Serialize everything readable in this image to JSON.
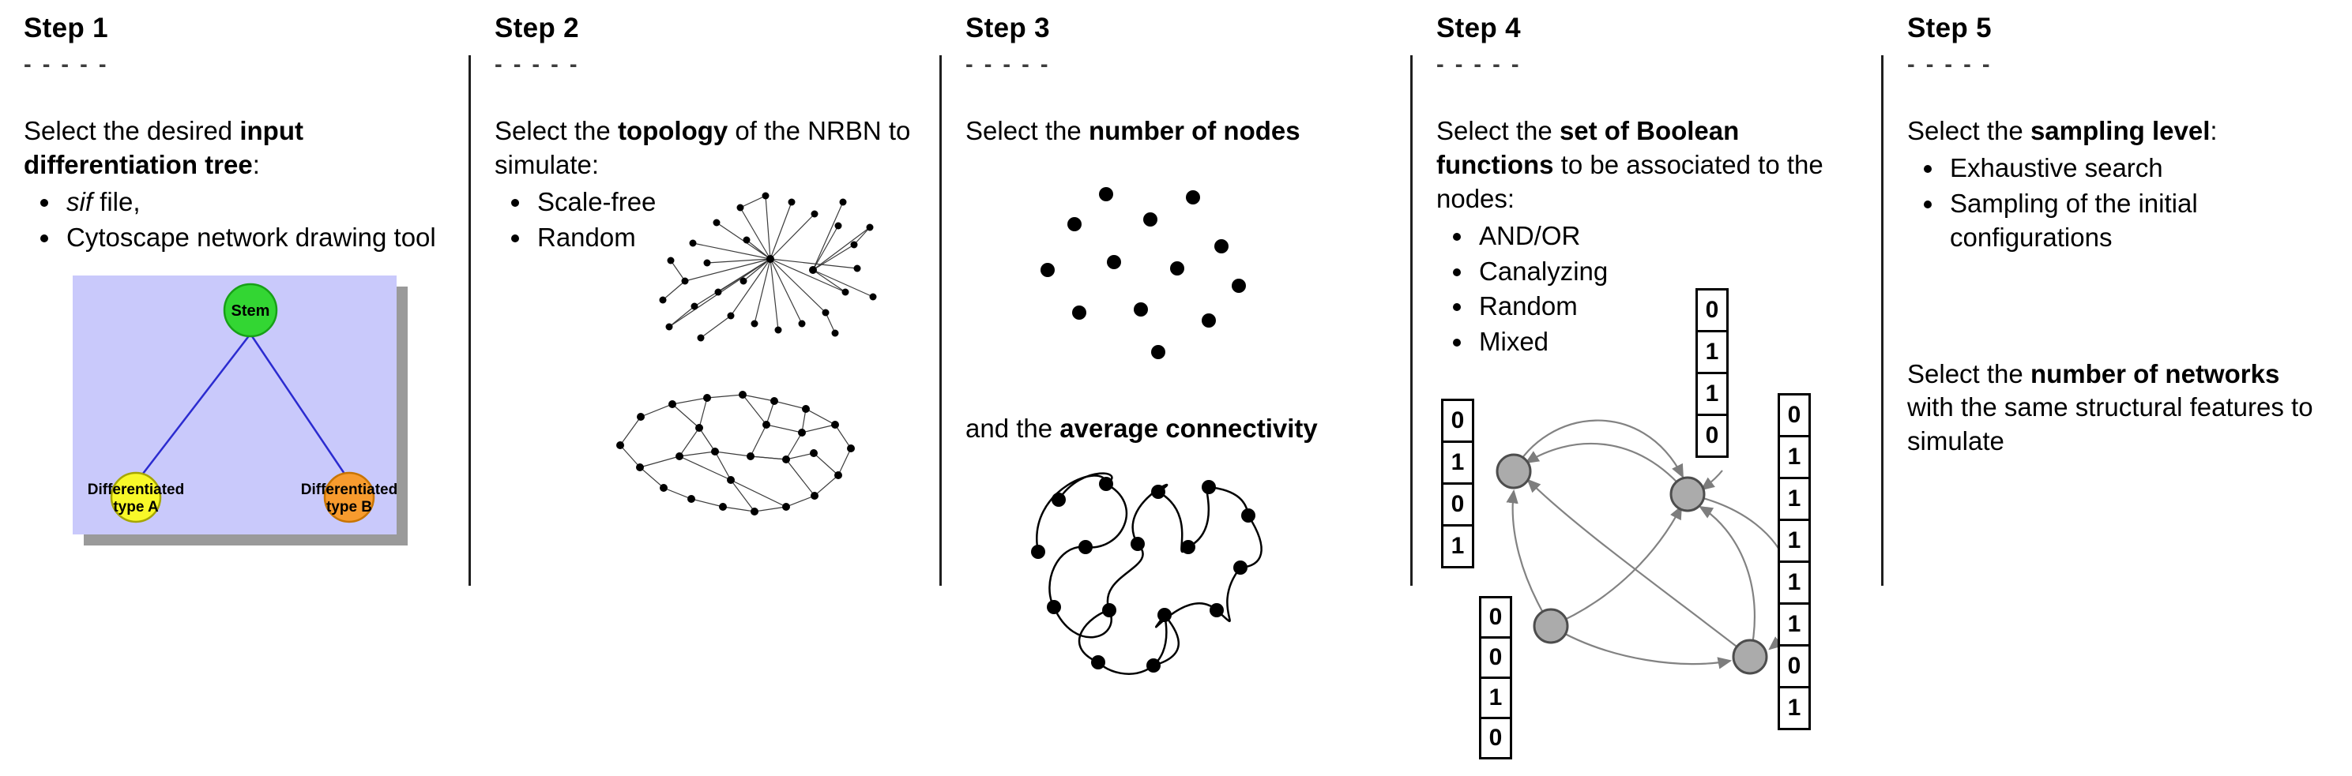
{
  "steps": [
    {
      "title": "Step 1",
      "dashes": "- - - - -",
      "intro": [
        "Select the desired ",
        "input differentiation tree",
        ":"
      ],
      "bullet1_italic": "sif",
      "bullet1_rest": " file,",
      "bullet2": "Cytoscape network drawing tool",
      "tree": {
        "root_label": "Stem",
        "left_label_line1": "Differentiated",
        "left_label_line2": "type A",
        "right_label_line1": "Differentiated",
        "right_label_line2": "type B",
        "colors": {
          "panel": "#c9c9fb",
          "shadow": "#9a9a9a",
          "root": "#33d633",
          "left": "#f8f829",
          "right": "#f79b2e",
          "edge": "#2b2bd0"
        }
      }
    },
    {
      "title": "Step 2",
      "dashes": "- - - - -",
      "intro": [
        "Select the ",
        "topology",
        " of the NRBN to simulate:"
      ],
      "bullets": [
        "Scale-free",
        "Random"
      ]
    },
    {
      "title": "Step 3",
      "dashes": "- - - - -",
      "line1": [
        "Select the ",
        "number of nodes"
      ],
      "line2": [
        "and the ",
        "average connectivity"
      ]
    },
    {
      "title": "Step 4",
      "dashes": "- - - - -",
      "intro": [
        "Select the ",
        "set of Boolean functions",
        " to be associated to the nodes:"
      ],
      "bullets": [
        "AND/OR",
        "Canalyzing",
        "Random",
        "Mixed"
      ],
      "tables": {
        "t1": [
          "0",
          "1",
          "0",
          "1"
        ],
        "t2": [
          "0",
          "0",
          "1",
          "0"
        ],
        "t3": [
          "0",
          "1",
          "1",
          "0"
        ],
        "t4": [
          "0",
          "1",
          "1",
          "1",
          "1",
          "1",
          "0",
          "1"
        ]
      }
    },
    {
      "title": "Step 5",
      "dashes": "- - - - -",
      "intro": [
        "Select the ",
        "sampling level",
        ":"
      ],
      "bullets": [
        "Exhaustive search",
        "Sampling of the initial configurations"
      ],
      "second": [
        "Select the ",
        "number of networks",
        " with the same structural features to simulate"
      ]
    }
  ]
}
